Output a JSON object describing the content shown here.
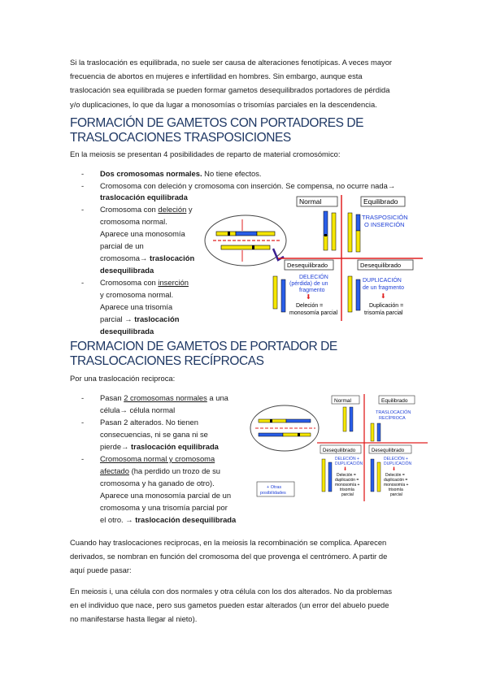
{
  "intro": {
    "lines": [
      "Si la traslocación es equilibrada, no suele ser causa de alteraciones fenotípicas. A veces mayor",
      "frecuencia de abortos en mujeres e infertilidad en hombres. Sin embargo, aunque esta",
      "traslocación sea equilibrada se pueden formar gametos desequilibrados portadores de pérdida",
      "y/o duplicaciones, lo que da lugar a monosomías o trisomías parciales en la descendencia."
    ]
  },
  "section1": {
    "title_line1": "FORMACIÓN DE GAMETOS CON PORTADORES DE",
    "title_line2": "TRASLOCACIONES TRASPOSICIONES",
    "lead": "En la meiosis se presentan 4 posibilidades de reparto de material cromosómico:",
    "bullets": {
      "b1_bold": "Dos cromosomas normales.",
      "b1_rest": " No tiene efectos.",
      "b2_line1": "Cromosoma con deleción y cromosoma con inserción. Se compensa, no ocurre nada→",
      "b2_line2": "traslocación equilibrada",
      "b3_l1a": "Cromosoma con ",
      "b3_l1u": "deleción",
      "b3_l1b": " y",
      "b3_l2": "cromosoma normal.",
      "b3_l3": "Aparece una monosomía",
      "b3_l4": "parcial de un",
      "b3_l5a": "cromosoma→ ",
      "b3_l5b": "traslocación",
      "b3_l6": "desequilibrada",
      "b4_l1a": "Cromosoma con ",
      "b4_l1u": "inserción",
      "b4_l2": "y cromosoma normal.",
      "b4_l3": "Aparece una trisomía",
      "b4_l4a": "parcial → ",
      "b4_l4b": "traslocación",
      "b4_l5": "desequilibrada"
    },
    "figure": {
      "normal": "Normal",
      "equilibrado": "Equilibrado",
      "trasposicion1": "TRASPOSICIÓN",
      "trasposicion2": "O INSERCIÓN",
      "deseq_left": "Desequilibrado",
      "deseq_right": "Desequilibrado",
      "delecion1": "DELECIÓN",
      "delecion2": "(pérdida) de un",
      "delecion3": "fragmento",
      "delecion_res1": "Deleción =",
      "delecion_res2": "monosomía parcial",
      "duplicacion1": "DUPLICACIÓN",
      "duplicacion2": "de un fragmento",
      "duplicacion_res1": "Duplicación =",
      "duplicacion_res2": "trisomía parcial"
    }
  },
  "section2": {
    "title_line1": "FORMACION DE GAMETOS DE PORTADOR DE",
    "title_line2": "TRASLOCACIONES RECÍPROCAS",
    "lead": "Por una traslocación reciproca:",
    "bullets": {
      "b1_l1a": "Pasan ",
      "b1_l1u": "2 cromosomas normales",
      "b1_l1b": " a una",
      "b1_l2": "célula→ célula normal",
      "b2_l1": "Pasan 2 alterados. No tienen",
      "b2_l2": "consecuencias, ni se gana ni se",
      "b2_l3a": "pierde→ ",
      "b2_l3b": "traslocación equilibrada",
      "b3_l1u": "Cromosoma normal y cromosoma",
      "b3_l2u": "afectado",
      "b3_l2b": " (ha perdido un trozo de su",
      "b3_l3": "cromosoma y ha ganado de otro).",
      "b3_l4": "Aparece una monosomía parcial de un",
      "b3_l5": "cromosoma y una trisomía parcial por",
      "b3_l6a": "el otro. → ",
      "b3_l6b": "traslocación desequilibrada"
    },
    "figure": {
      "normal": "Normal",
      "equilibrado": "Equilibrado",
      "trasloc1": "TRASLOCACIÓN",
      "trasloc2": "RECÍPROCA",
      "deseq_left": "Desequilibrado",
      "deseq_right": "Desequilibrado",
      "dup_left1": "DELECIÓN +",
      "dup_left2": "DUPLICACIÓN",
      "res_left1": "Deleción =",
      "res_left2": "duplicación =",
      "res_left3": "monosomía +",
      "res_left4": "trisomía",
      "res_left5": "parcial",
      "dup_right1": "DELECIÓN +",
      "dup_right2": "DUPLICACIÓN",
      "res_right1": "Deleción =",
      "res_right2": "duplicación =",
      "res_right3": "monosomía +",
      "res_right4": "trisomía",
      "res_right5": "parcial",
      "otras1": "+ Otras",
      "otras2": "posibilidades"
    }
  },
  "closing": {
    "p1_lines": [
      "Cuando hay traslocaciones reciprocas, en la meiosis la recombinación se complica. Aparecen",
      "derivados, se nombran en función del cromosoma del que provenga el centrómero. A partir de",
      "aquí puede pasar:"
    ],
    "p2_lines": [
      "En meiosis i, una célula con dos normales y otra célula con los dos alterados. No da problemas",
      "en el individuo que nace, pero sus gametos pueden estar alterados (un error del abuelo puede",
      "no manifestarse hasta llegar al nieto)."
    ]
  }
}
